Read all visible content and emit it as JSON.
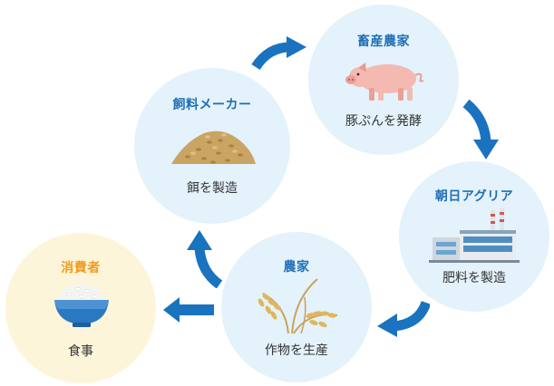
{
  "colors": {
    "title_blue": "#1f6fb6",
    "title_orange": "#f29a1f",
    "arrow": "#1a73be",
    "circle_blue": "#e3f2fb",
    "circle_yellow": "#fdf5d9"
  },
  "nodes": {
    "livestock": {
      "title": "畜産農家",
      "caption": "豚ぷんを発酵",
      "icon": "pig-icon"
    },
    "asahi": {
      "title": "朝日アグリア",
      "caption": "肥料を製造",
      "icon": "factory-icon"
    },
    "farmer": {
      "title": "農家",
      "caption": "作物を生産",
      "icon": "rice-plant-icon"
    },
    "feed": {
      "title": "飼料メーカー",
      "caption": "餌を製造",
      "icon": "grain-pile-icon"
    },
    "consumer": {
      "title": "消費者",
      "caption": "食事",
      "icon": "rice-bowl-icon"
    }
  }
}
